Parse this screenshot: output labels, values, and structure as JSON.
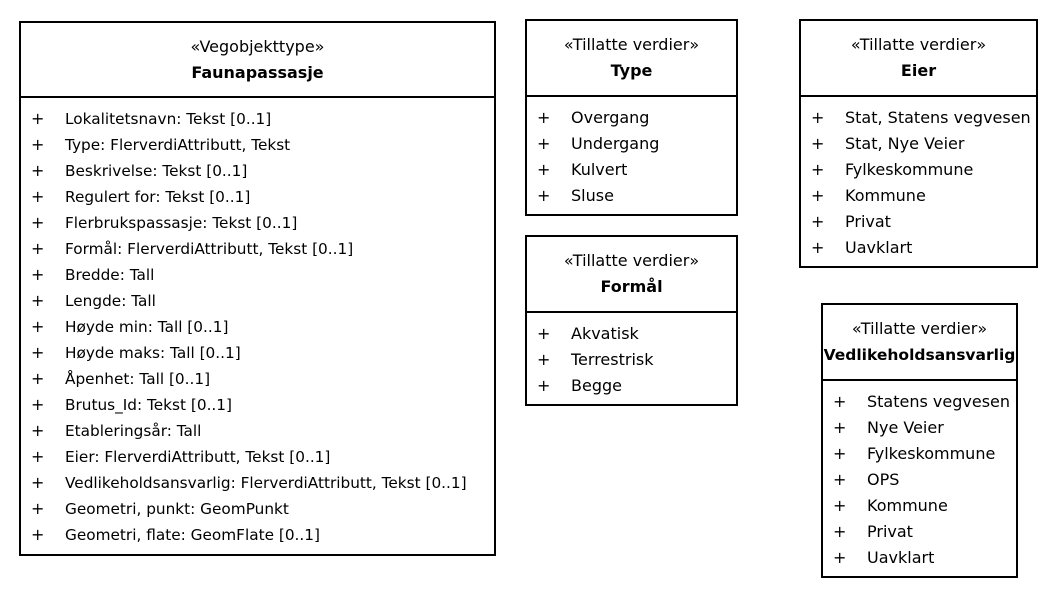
{
  "diagram": {
    "faunapassasje": {
      "stereotype": "«Vegobjekttype»",
      "name": "Faunapassasje",
      "attributes": [
        {
          "marker": "+",
          "text": "Lokalitetsnavn: Tekst [0..1]"
        },
        {
          "marker": "+",
          "text": "Type: FlerverdiAttributt, Tekst"
        },
        {
          "marker": "+",
          "text": "Beskrivelse: Tekst [0..1]"
        },
        {
          "marker": "+",
          "text": "Regulert for: Tekst [0..1]"
        },
        {
          "marker": "+",
          "text": "Flerbrukspassasje: Tekst [0..1]"
        },
        {
          "marker": "+",
          "text": "Formål: FlerverdiAttributt, Tekst [0..1]"
        },
        {
          "marker": "+",
          "text": "Bredde: Tall"
        },
        {
          "marker": "+",
          "text": "Lengde: Tall"
        },
        {
          "marker": "+",
          "text": "Høyde min: Tall [0..1]"
        },
        {
          "marker": "+",
          "text": "Høyde maks: Tall [0..1]"
        },
        {
          "marker": "+",
          "text": "Åpenhet: Tall [0..1]"
        },
        {
          "marker": "+",
          "text": "Brutus_Id: Tekst [0..1]"
        },
        {
          "marker": "+",
          "text": "Etableringsår: Tall"
        },
        {
          "marker": "+",
          "text": "Eier: FlerverdiAttributt, Tekst [0..1]"
        },
        {
          "marker": "+",
          "text": "Vedlikeholdsansvarlig: FlerverdiAttributt, Tekst [0..1]"
        },
        {
          "marker": "+",
          "text": "Geometri, punkt: GeomPunkt"
        },
        {
          "marker": "+",
          "text": "Geometri, flate: GeomFlate [0..1]"
        }
      ]
    },
    "type": {
      "stereotype": "«Tillatte verdier»",
      "name": "Type",
      "values": [
        {
          "marker": "+",
          "text": "Overgang"
        },
        {
          "marker": "+",
          "text": "Undergang"
        },
        {
          "marker": "+",
          "text": "Kulvert"
        },
        {
          "marker": "+",
          "text": "Sluse"
        }
      ]
    },
    "formal": {
      "stereotype": "«Tillatte verdier»",
      "name": "Formål",
      "values": [
        {
          "marker": "+",
          "text": "Akvatisk"
        },
        {
          "marker": "+",
          "text": "Terrestrisk"
        },
        {
          "marker": "+",
          "text": "Begge"
        }
      ]
    },
    "eier": {
      "stereotype": "«Tillatte verdier»",
      "name": "Eier",
      "values": [
        {
          "marker": "+",
          "text": "Stat, Statens vegvesen"
        },
        {
          "marker": "+",
          "text": "Stat, Nye Veier"
        },
        {
          "marker": "+",
          "text": "Fylkeskommune"
        },
        {
          "marker": "+",
          "text": "Kommune"
        },
        {
          "marker": "+",
          "text": "Privat"
        },
        {
          "marker": "+",
          "text": "Uavklart"
        }
      ]
    },
    "vedlikeholdsansvarlig": {
      "stereotype": "«Tillatte verdier»",
      "name": "Vedlikeholdsansvarlig",
      "values": [
        {
          "marker": "+",
          "text": "Statens vegvesen"
        },
        {
          "marker": "+",
          "text": "Nye Veier"
        },
        {
          "marker": "+",
          "text": "Fylkeskommune"
        },
        {
          "marker": "+",
          "text": "OPS"
        },
        {
          "marker": "+",
          "text": "Kommune"
        },
        {
          "marker": "+",
          "text": "Privat"
        },
        {
          "marker": "+",
          "text": "Uavklart"
        }
      ]
    }
  }
}
